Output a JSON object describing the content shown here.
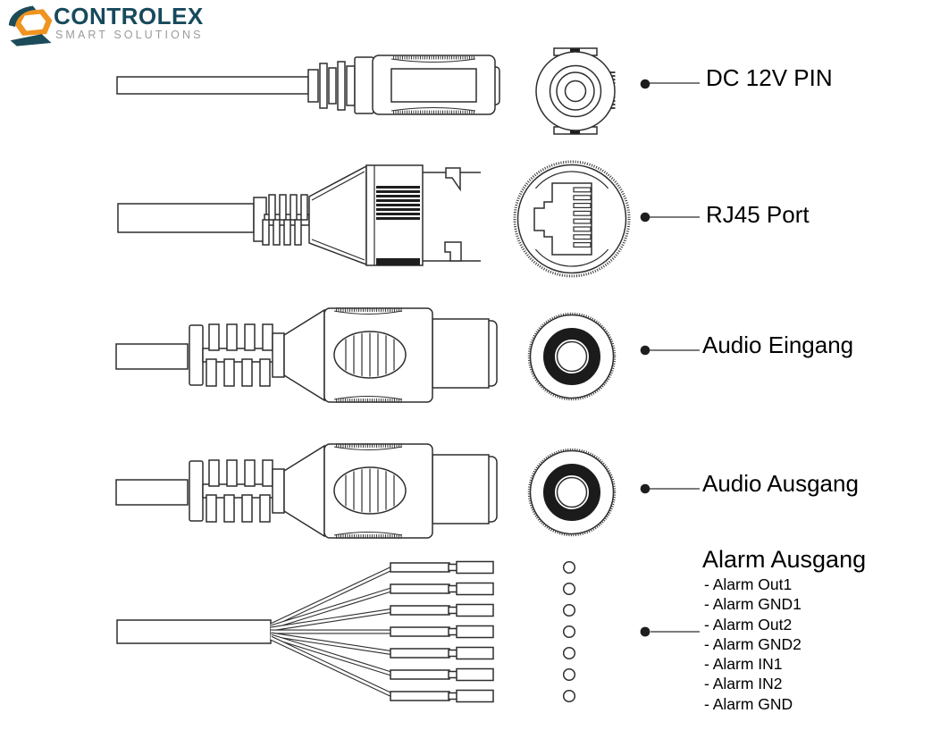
{
  "logo": {
    "brand": "CONTROLEX",
    "tagline": "SMART SOLUTIONS",
    "brand_color": "#17495C",
    "tagline_color": "#9A9A9A",
    "orange": "#F0931F",
    "teal": "#1C4B59"
  },
  "connectors": {
    "dc": {
      "label": "DC 12V PIN"
    },
    "rj45": {
      "label": "RJ45 Port"
    },
    "audio_in": {
      "label": "Audio Eingang"
    },
    "audio_out": {
      "label": "Audio Ausgang"
    },
    "alarm": {
      "label": "Alarm Ausgang",
      "wires": [
        "- Alarm Out1",
        "- Alarm GND1",
        "- Alarm Out2",
        "- Alarm GND2",
        "- Alarm IN1",
        "- Alarm IN2",
        "- Alarm GND"
      ]
    }
  }
}
